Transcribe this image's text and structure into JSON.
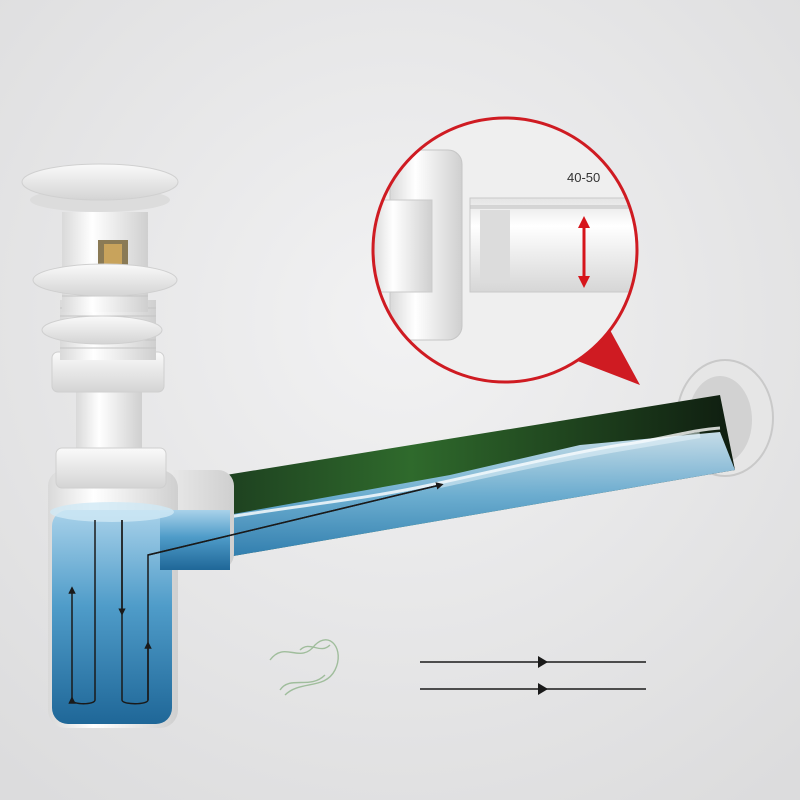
{
  "zoom_callout": {
    "dimension_label": "40-50",
    "arrow_color": "#d6151b",
    "ring_color": "#cf1b22"
  },
  "colors": {
    "background": "#e8e8e9",
    "pipe_white": "#f2f2f2",
    "water_blue": "#2f7fb4",
    "flow_line": "#1a1a1a"
  },
  "legend": {
    "items": [
      {
        "icon": "flow-arrow-right"
      },
      {
        "icon": "flow-arrow-right"
      }
    ]
  }
}
